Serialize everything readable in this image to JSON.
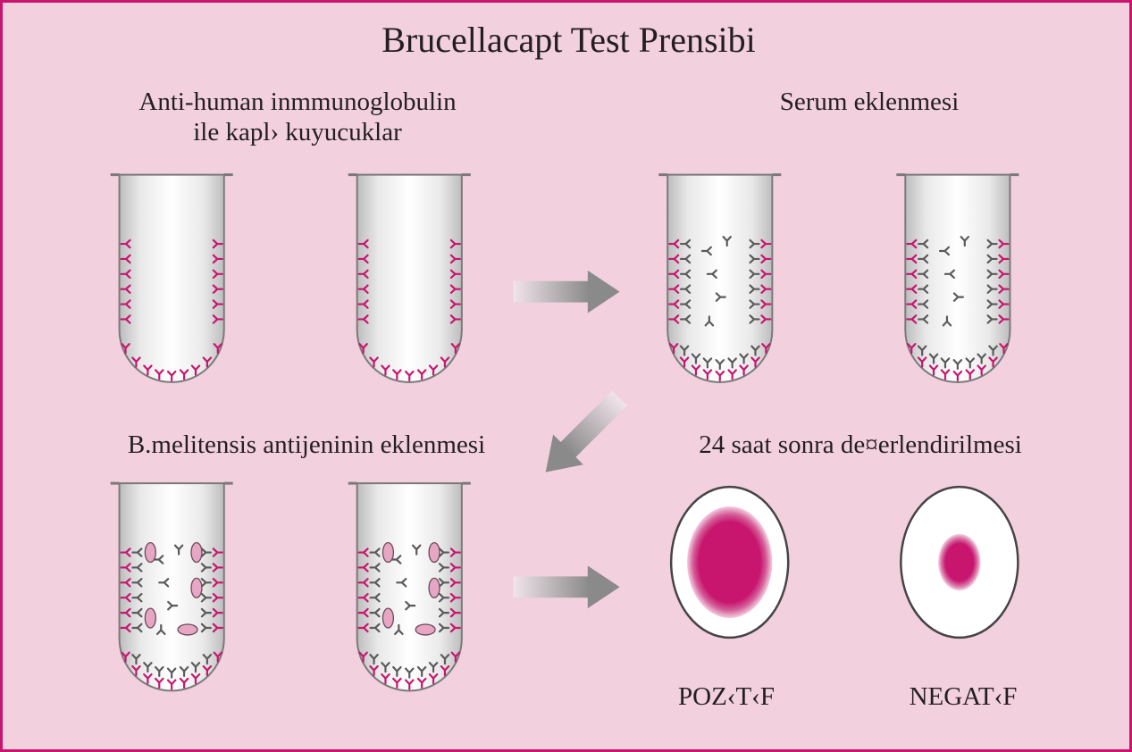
{
  "title": "Brucellacapt Test Prensibi",
  "steps": {
    "coated_wells": [
      "Anti-human inmmunoglobulin",
      "ile kapl› kuyucuklar"
    ],
    "serum_addition": "Serum eklenmesi",
    "antigen_addition": "B.melitensis antijeninin eklenmesi",
    "evaluation": "24 saat sonra de¤erlendirilmesi"
  },
  "results": {
    "positive": "POZ‹T‹F",
    "negative": "NEGAT‹F"
  },
  "colors": {
    "background": "#f2d0de",
    "border": "#c8156e",
    "capture_antibody": "#c8156e",
    "serum_antibody": "#5a5a5a",
    "antigen": "#e7a6c4",
    "arrow": "#8e8e8e",
    "well_rim": "#7a7a7a"
  },
  "legend": []
}
